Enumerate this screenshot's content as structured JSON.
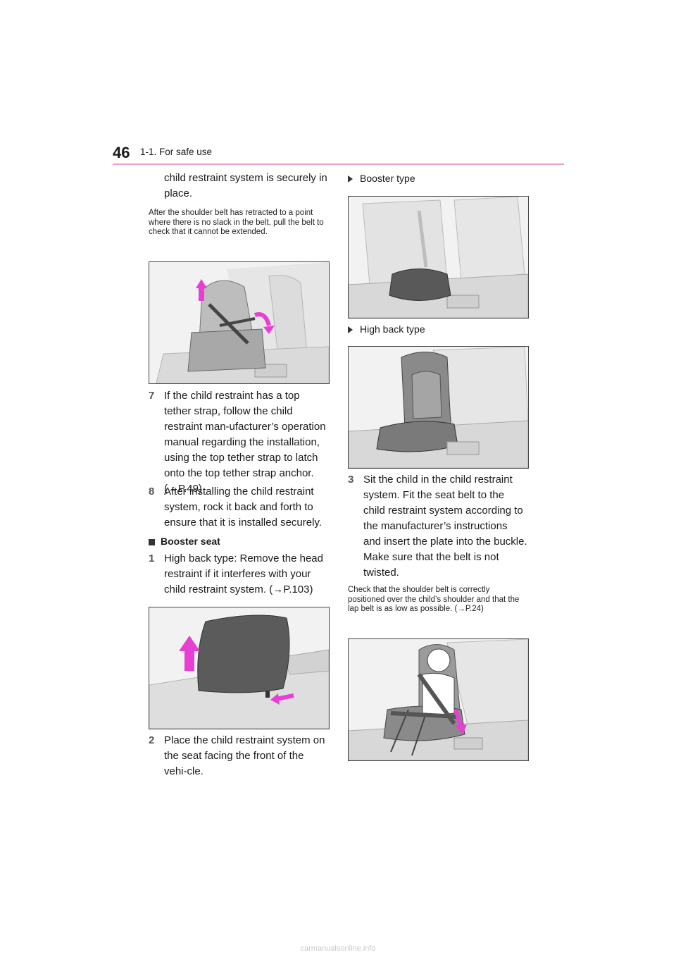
{
  "header": {
    "page_number": "46",
    "section": "1-1. For safe use"
  },
  "left": {
    "cont_text": "child restraint system is securely in place.",
    "note1": "After the shoulder belt has retracted to a point where there is no slack in the belt, pull the belt to check that it cannot be extended.",
    "step7_num": "7",
    "step7_text": "If the child restraint has a top tether strap, follow the child restraint man-ufacturer’s operation manual regarding the installation, using the top tether strap to latch onto the top tether strap anchor. (→P.49)",
    "step8_num": "8",
    "step8_text": "After installing the child restraint system, rock it back and forth to ensure that it is installed securely.",
    "booster_heading": "Booster seat",
    "step1_num": "1",
    "step1_text": "High back type: Remove the head restraint if it interferes with your child restraint system. (→P.103)",
    "step2_num": "2",
    "step2_text": "Place the child restraint system on the seat facing the front of the vehi-cle."
  },
  "right": {
    "bullet1": "Booster type",
    "bullet2": "High back type",
    "step3_num": "3",
    "step3_text": "Sit the child in the child restraint system. Fit the seat belt to the child restraint system according to the manufacturer’s instructions and insert the plate into the buckle. Make sure that the belt is not twisted.",
    "note2": "Check that the shoulder belt is correctly positioned over the child’s shoulder and that the lap belt is as low as possible. (→P.24)"
  },
  "colors": {
    "accent_rule": "#e9a0cf",
    "arrow_magenta": "#e63fd2"
  },
  "footer": {
    "watermark": "carmanualsonline.info"
  }
}
